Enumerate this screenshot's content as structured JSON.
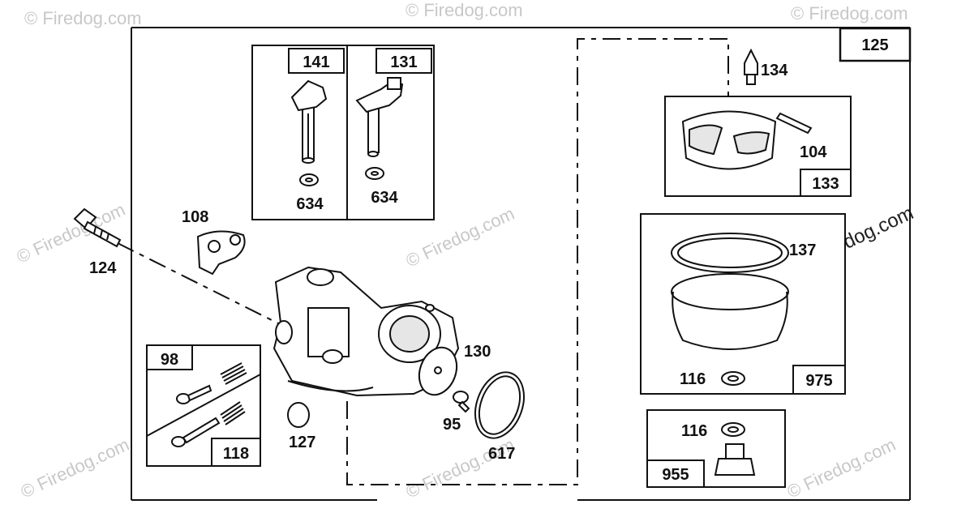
{
  "watermark": "© Firedog.com",
  "callouts": {
    "c125": "125",
    "c141": "141",
    "c131": "131",
    "c634a": "634",
    "c634b": "634",
    "c134": "134",
    "c104": "104",
    "c133": "133",
    "c108": "108",
    "c124": "124",
    "c137": "137",
    "c130": "130",
    "c98": "98",
    "c118": "118",
    "c127": "127",
    "c95": "95",
    "c617": "617",
    "c116a": "116",
    "c975": "975",
    "c116b": "116",
    "c955": "955"
  }
}
